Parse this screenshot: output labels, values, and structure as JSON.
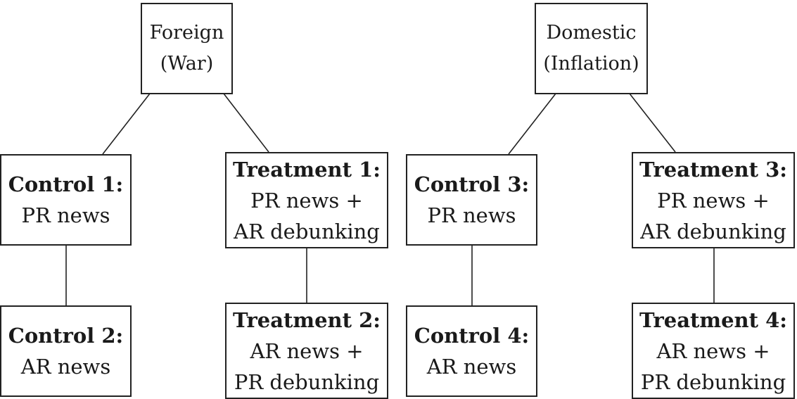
{
  "roots": [
    {
      "line1": "Foreign",
      "line2": "(War)"
    },
    {
      "line1": "Domestic",
      "line2": "(Inflation)"
    }
  ],
  "groups": [
    {
      "title": "Control 1:",
      "lines": [
        "PR news"
      ]
    },
    {
      "title": "Control 2:",
      "lines": [
        "AR news"
      ]
    },
    {
      "title": "Treatment 1:",
      "lines": [
        "PR news +",
        "AR debunking"
      ]
    },
    {
      "title": "Treatment 2:",
      "lines": [
        "AR news +",
        "PR debunking"
      ]
    },
    {
      "title": "Control 3:",
      "lines": [
        "PR news"
      ]
    },
    {
      "title": "Control 4:",
      "lines": [
        "AR news"
      ]
    },
    {
      "title": "Treatment 3:",
      "lines": [
        "PR news +",
        "AR debunking"
      ]
    },
    {
      "title": "Treatment 4:",
      "lines": [
        "AR news +",
        "PR debunking"
      ]
    }
  ]
}
